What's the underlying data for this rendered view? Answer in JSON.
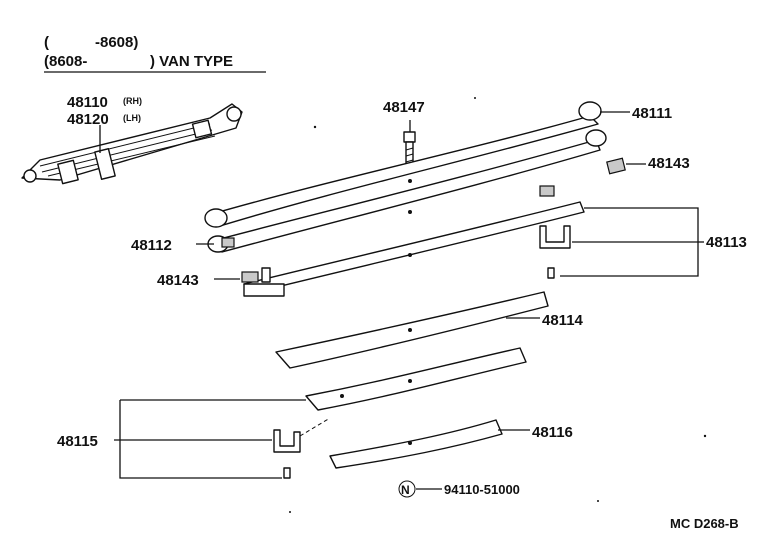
{
  "header": {
    "line1_open": "(",
    "line1_code": "-8608)",
    "line2_code": "(8608-",
    "line2_label": ") VAN TYPE"
  },
  "parts": {
    "p48110": "48110",
    "p48110_side": "(RH)",
    "p48120": "48120",
    "p48120_side": "(LH)",
    "p48147": "48147",
    "p48111": "48111",
    "p48143_right": "48143",
    "p48112": "48112",
    "p48113": "48113",
    "p48143_left": "48143",
    "p48114": "48114",
    "p48115": "48115",
    "p48116": "48116",
    "note_symbol": "N",
    "note_part": "94110-51000"
  },
  "footer": {
    "code": "MC  D268-B"
  }
}
